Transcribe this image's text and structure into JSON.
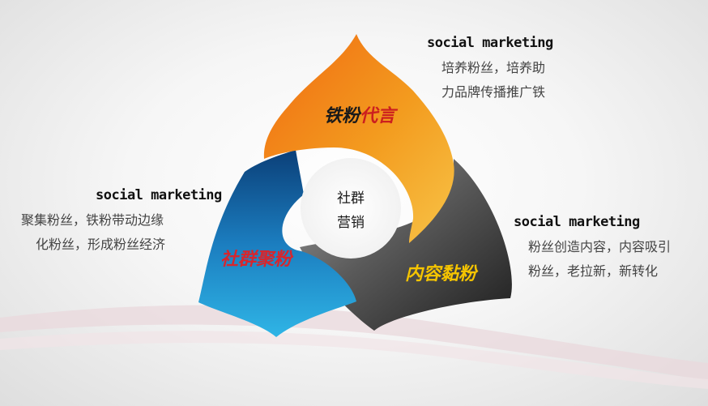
{
  "center": {
    "line1": "社群",
    "line2": "营销"
  },
  "petals": {
    "top": {
      "label_a": "铁粉",
      "label_b": "代言",
      "color": "#f39c1f"
    },
    "left": {
      "label": "社群聚粉",
      "color": "#1f8fc8"
    },
    "right": {
      "label": "内容黏粉",
      "color": "#555555"
    }
  },
  "blocks": {
    "top_right": {
      "heading": "social marketing",
      "line1": "培养粉丝，培养助",
      "line2": "力品牌传播推广铁"
    },
    "left": {
      "heading": "social marketing",
      "line1": "聚集粉丝，铁粉带动边缘",
      "line2": "化粉丝，形成粉丝经济"
    },
    "right": {
      "heading": "social marketing",
      "line1": "粉丝创造内容，内容吸引",
      "line2": "粉丝，老拉新，新转化"
    }
  },
  "colors": {
    "label_red": "#cc1f1f",
    "label_gold": "#f5c400",
    "label_dark": "#1a1a1a"
  }
}
